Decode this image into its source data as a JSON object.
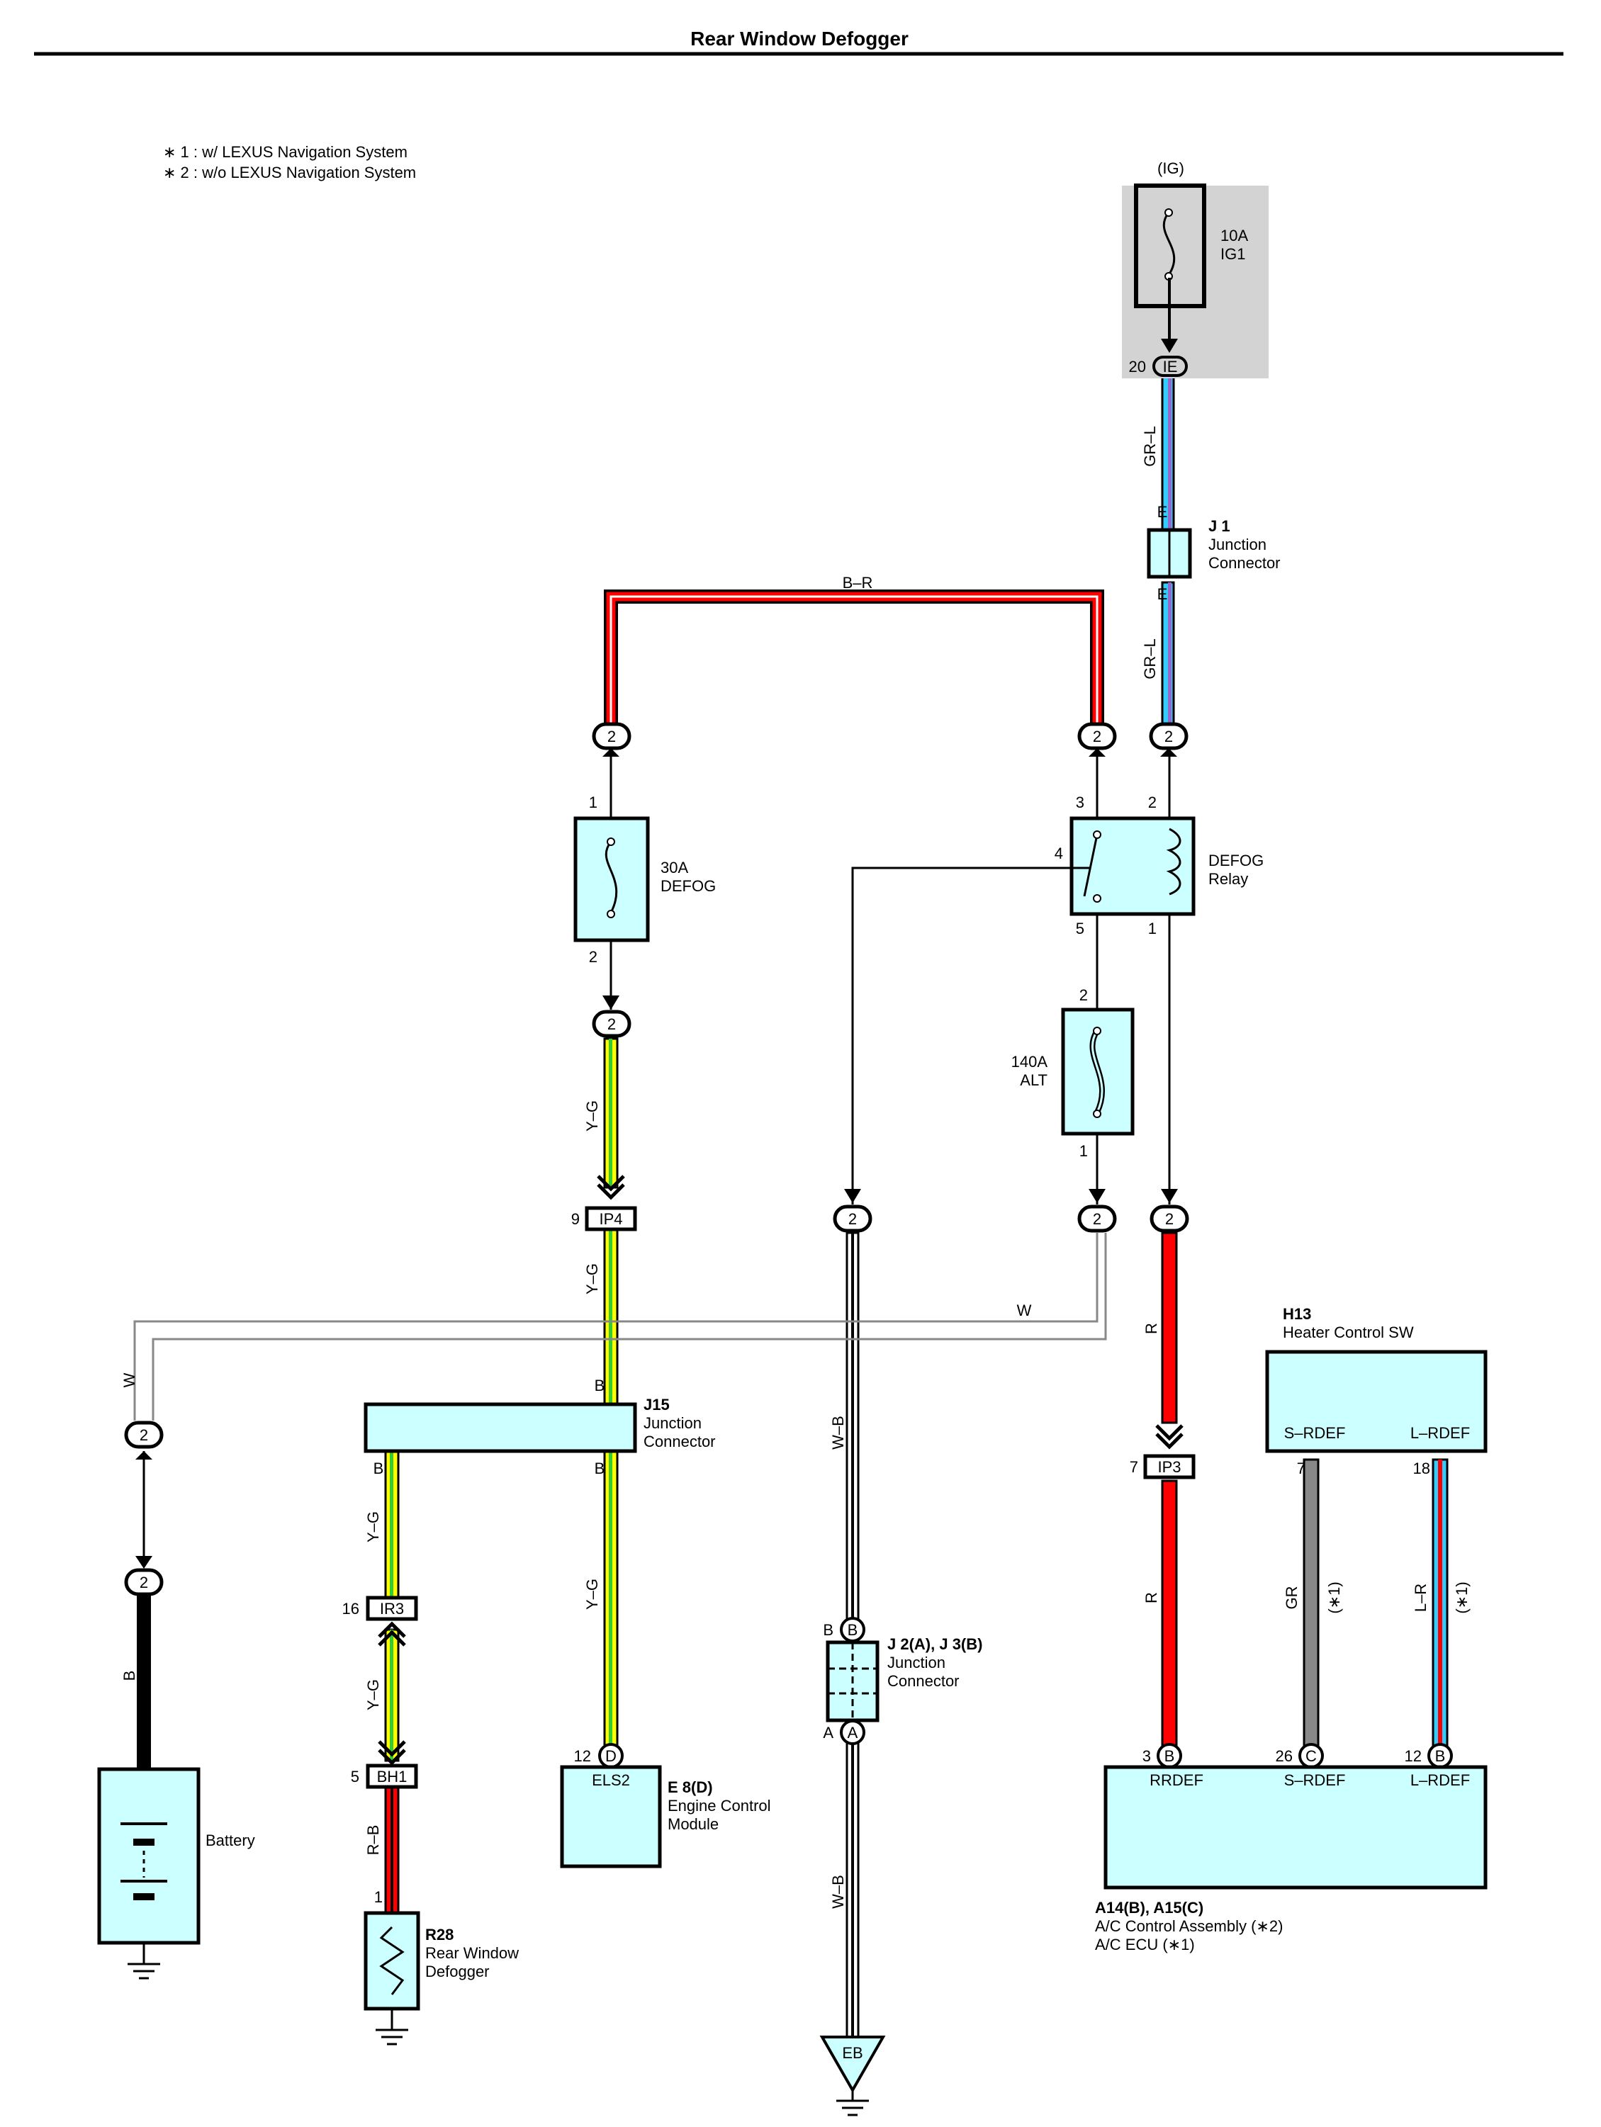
{
  "title": "Rear Window Defogger",
  "notes": [
    "∗ 1 : w/ LEXUS Navigation System",
    "∗ 2 : w/o LEXUS Navigation System"
  ],
  "colors": {
    "component_fill": "#ccffff",
    "fuse_box_shade": "#d3d3d3",
    "wire_red": "#ff0000",
    "wire_yellow": "#ffff00",
    "wire_green": "#33cc33",
    "wire_cyan": "#33ccff",
    "wire_gray": "#888888",
    "wire_purple": "#9966cc"
  },
  "fuse_box": {
    "label": "(IG)",
    "fuse_rating": "10A",
    "fuse_name": "IG1",
    "pin": "20",
    "connector": "IE"
  },
  "j1": {
    "code": "J 1",
    "name1": "Junction",
    "name2": "Connector",
    "pin_top": "E",
    "pin_bottom": "E"
  },
  "defog_fuse": {
    "rating": "30A",
    "name": "DEFOG",
    "pin_top": "1",
    "pin_bottom": "2"
  },
  "relay": {
    "name1": "DEFOG",
    "name2": "Relay",
    "pin3": "3",
    "pin2": "2",
    "pin4": "4",
    "pin5": "5",
    "pin1": "1"
  },
  "alt_fuse": {
    "rating": "140A",
    "name": "ALT",
    "pin_top": "2",
    "pin_bottom": "1"
  },
  "conn_num": "2",
  "ip4": {
    "pin": "9",
    "code": "IP4"
  },
  "ip3": {
    "pin": "7",
    "code": "IP3"
  },
  "j15": {
    "code": "J15",
    "name1": "Junction",
    "name2": "Connector",
    "pin_top": "B",
    "pin_left": "B",
    "pin_bottom": "B"
  },
  "ir3": {
    "pin": "16",
    "code": "IR3"
  },
  "bh1": {
    "pin": "5",
    "code": "BH1"
  },
  "r28": {
    "pin": "1",
    "code": "R28",
    "name1": "Rear Window",
    "name2": "Defogger"
  },
  "battery": {
    "name": "Battery"
  },
  "ecm": {
    "pin": "12",
    "letter": "D",
    "terminal": "ELS2",
    "code": "E 8(D)",
    "name1": "Engine Control",
    "name2": "Module"
  },
  "j2": {
    "code": "J 2(A), J 3(B)",
    "name1": "Junction",
    "name2": "Connector",
    "pin_top": "B",
    "pin_bottom": "A"
  },
  "ground_eb": "EB",
  "h13": {
    "code": "H13",
    "name": "Heater Control SW",
    "term1": "S–RDEF",
    "term2": "L–RDEF",
    "pin1": "7",
    "pin2": "18"
  },
  "ac": {
    "pins": [
      "3",
      "26",
      "12"
    ],
    "letters": [
      "B",
      "C",
      "B"
    ],
    "terms": [
      "RRDEF",
      "S–RDEF",
      "L–RDEF"
    ],
    "code": "A14(B), A15(C)",
    "name1": "A/C Control Assembly (∗2)",
    "name2": "A/C ECU (∗1)"
  },
  "wires": {
    "br": "B–R",
    "grl": "GR–L",
    "yg": "Y–G",
    "w": "W",
    "wb": "W–B",
    "r": "R",
    "b": "B",
    "rb": "R–B",
    "gr": "GR",
    "lr": "L–R",
    "star1": "(∗1)"
  }
}
